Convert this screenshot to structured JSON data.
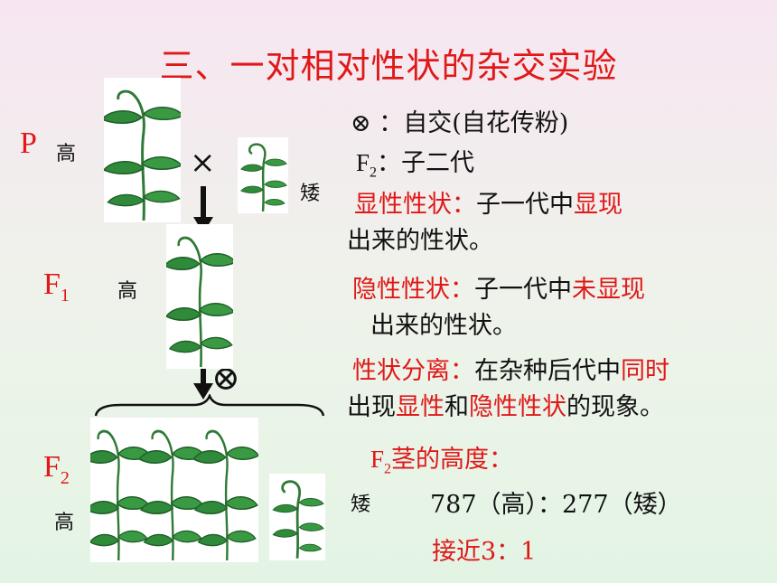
{
  "title": "三、一对相对性状的杂交实验",
  "generations": {
    "p": "P",
    "f1_letter": "F",
    "f1_sub": "1",
    "f2_letter": "F",
    "f2_sub": "2"
  },
  "labels": {
    "p_tall": "高",
    "p_short": "矮",
    "cross_symbol": "×",
    "self_symbol": "⊗",
    "f1_tall": "高",
    "f2_tall": "高",
    "f2_short": "矮"
  },
  "definitions": {
    "selfing_symbol": "⊗",
    "selfing_text": "：自交(自花传粉)",
    "f2_letter": "F",
    "f2_sub": "2",
    "f2_text": "：子二代",
    "dominant_term": "显性性状",
    "dominant_colon": "：",
    "dominant_text_a": "子一代中",
    "dominant_text_red": "显现",
    "dominant_text_b": "出来的性状。",
    "recessive_term": "隐性性状",
    "recessive_colon": "：",
    "recessive_text_a": "子一代中",
    "recessive_text_red": "未显现",
    "recessive_text_b": "出来的性状。",
    "segregation_term": "性状分离",
    "segregation_colon": "：",
    "segregation_text_a": "在杂种后代中",
    "segregation_text_red1": "同时",
    "segregation_text_b": "出现",
    "segregation_text_red2": "显性",
    "segregation_text_c": "和",
    "segregation_text_red3": "隐性性状",
    "segregation_text_d": "的现象。"
  },
  "stats": {
    "heading_letter": "F",
    "heading_sub": "2",
    "heading_text": "茎的高度：",
    "ratio": "787（高）：277（矮）",
    "conclusion": "接近3：1"
  },
  "colors": {
    "accent_red": "#e01818",
    "leaf_green": "#2f8a3a",
    "leaf_dark": "#1f5e27"
  }
}
